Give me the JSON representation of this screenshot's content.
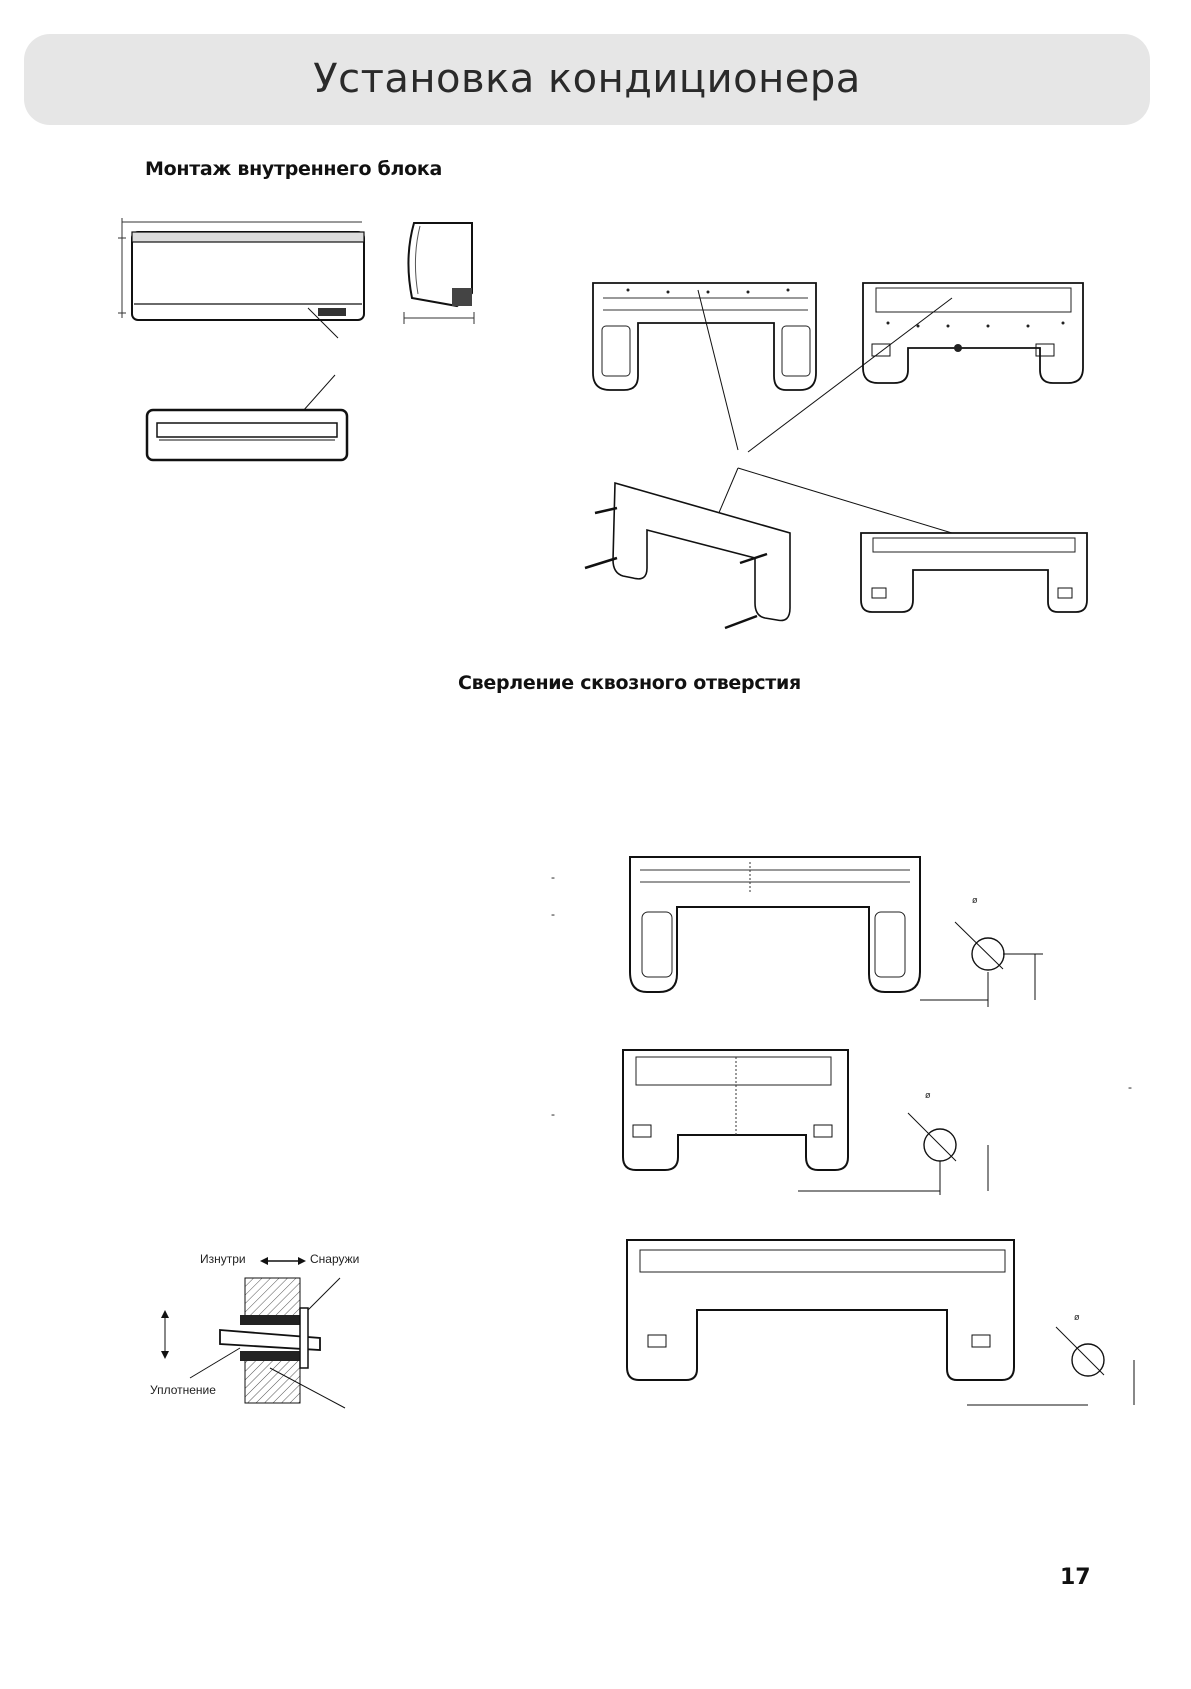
{
  "header": {
    "title": "Установка кондиционера"
  },
  "sections": {
    "indoor_mount": {
      "title": "Монтаж внутреннего блока"
    },
    "drilling": {
      "title": "Сверление сквозного отверстия"
    }
  },
  "wall_diagram": {
    "inside_label": "Изнутри",
    "outside_label": "Снаружи",
    "seal_label": "Уплотнение"
  },
  "diameter_symbol": "ø",
  "dash_mark": "-",
  "page_number": "17"
}
